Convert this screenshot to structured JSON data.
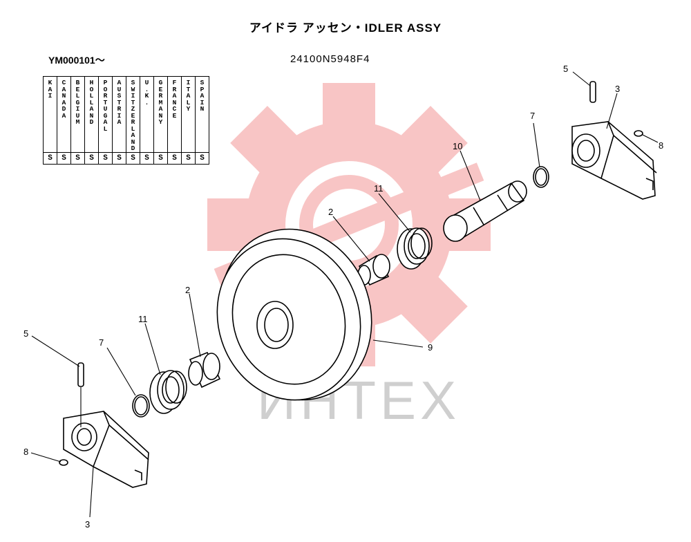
{
  "header": {
    "title": "アイドラ アッセン・IDLER ASSY",
    "serial_range": "YM000101〜",
    "part_number": "24100N5948F4"
  },
  "countries": [
    {
      "name": "KAI",
      "mark": "S"
    },
    {
      "name": "CANADA",
      "mark": "S"
    },
    {
      "name": "BELGIUM",
      "mark": "S"
    },
    {
      "name": "HOLLAND",
      "mark": "S"
    },
    {
      "name": "PORTUGAL",
      "mark": "S"
    },
    {
      "name": "AUSTRIA",
      "mark": "S"
    },
    {
      "name": "SWITZERLAND",
      "mark": "S"
    },
    {
      "name": "U.K.",
      "mark": "S"
    },
    {
      "name": "GERMANY",
      "mark": "S"
    },
    {
      "name": "FRANCE",
      "mark": "S"
    },
    {
      "name": "ITALY",
      "mark": "S"
    },
    {
      "name": "SPAIN",
      "mark": "S"
    }
  ],
  "callouts": {
    "c1": "5",
    "c2": "3",
    "c3": "8",
    "c4": "7",
    "c5": "10",
    "c6": "11",
    "c7": "2",
    "c8": "9",
    "c9": "11",
    "c10": "2",
    "c11": "7",
    "c12": "5",
    "c13": "8",
    "c14": "3"
  },
  "watermark": {
    "text": "ИНТЕХ",
    "color": "#f08080"
  }
}
